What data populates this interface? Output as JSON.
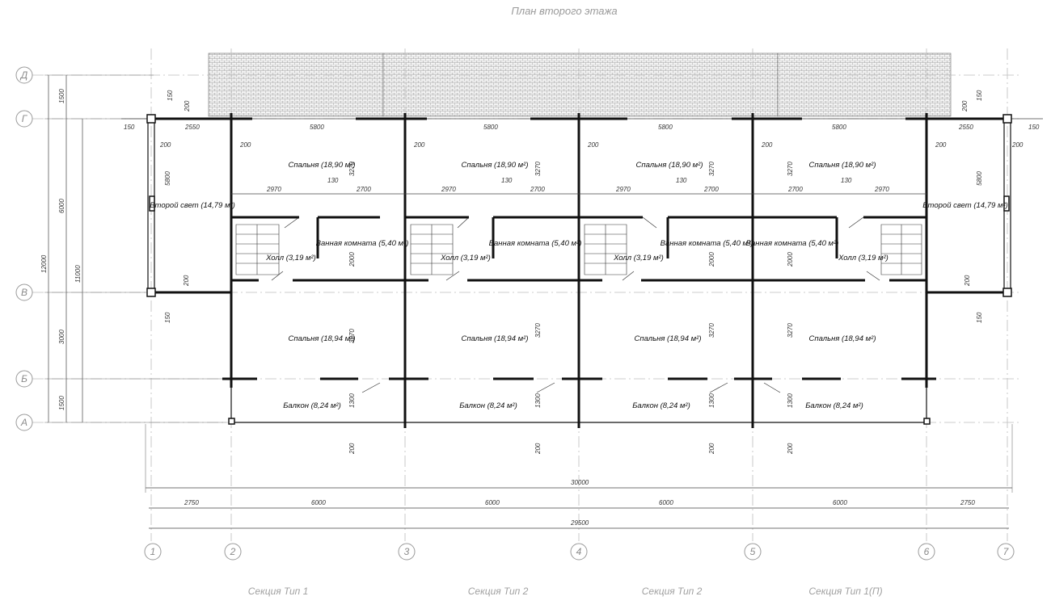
{
  "title": "План второго этажа",
  "axes_letters": [
    "Д",
    "Г",
    "В",
    "Б",
    "А"
  ],
  "axes_numbers": [
    "1",
    "2",
    "3",
    "4",
    "5",
    "6",
    "7"
  ],
  "sections": [
    "Секция Тип 1",
    "Секция Тип 2",
    "Секция Тип 2",
    "Секция Тип 1(П)"
  ],
  "rooms": {
    "bedroom_top": "Спальня (18,90 м²)",
    "bedroom_bottom": "Спальня (18,94 м²)",
    "bathroom": "Ванная комната (5,40 м²)",
    "hall": "Холл (3,19 м²)",
    "balcony": "Балкон (8,24 м²)",
    "second_light": "Второй свет (14,79 м²)"
  },
  "dims": {
    "total_outer": "30000",
    "total_inner": "29500",
    "bay_end": "2750",
    "bay_mid": "6000",
    "top_span_mid": "5800",
    "top_span_end": "2550",
    "wall_thickness": "200",
    "offset_150": "150",
    "span_2970": "2970",
    "span_2700": "2700",
    "gap_130": "130",
    "h_3270": "3270",
    "h_2000": "2000",
    "h_1300": "1300",
    "h_5800": "5800",
    "v_1500": "1500",
    "v_6000": "6000",
    "v_3000": "3000",
    "v_12000": "12000",
    "v_11000": "11000"
  },
  "colors": {
    "wall": "#111111",
    "grid": "#bdbdbd",
    "labels": "#9a9a9a"
  }
}
